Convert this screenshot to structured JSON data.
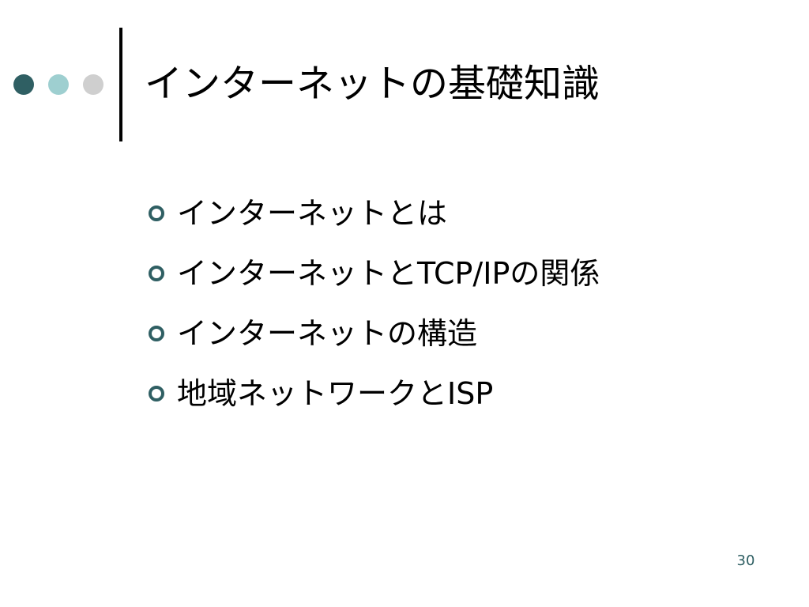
{
  "slide": {
    "title": "インターネットの基礎知識",
    "bullets": [
      "インターネットとは",
      "インターネットとTCP/IPの関係",
      "インターネットの構造",
      "地域ネットワークとISP"
    ],
    "page_number": "30"
  },
  "colors": {
    "dot_dark": "#2f5f63",
    "dot_light": "#9ecfd0",
    "dot_gray": "#cfcfcf",
    "bar": "#000000",
    "bullet_marker": "#2f5f63",
    "page_number": "#2f5f63"
  },
  "icons": {
    "decoration": "three-dots-icon",
    "bullet": "ring-bullet-icon"
  }
}
